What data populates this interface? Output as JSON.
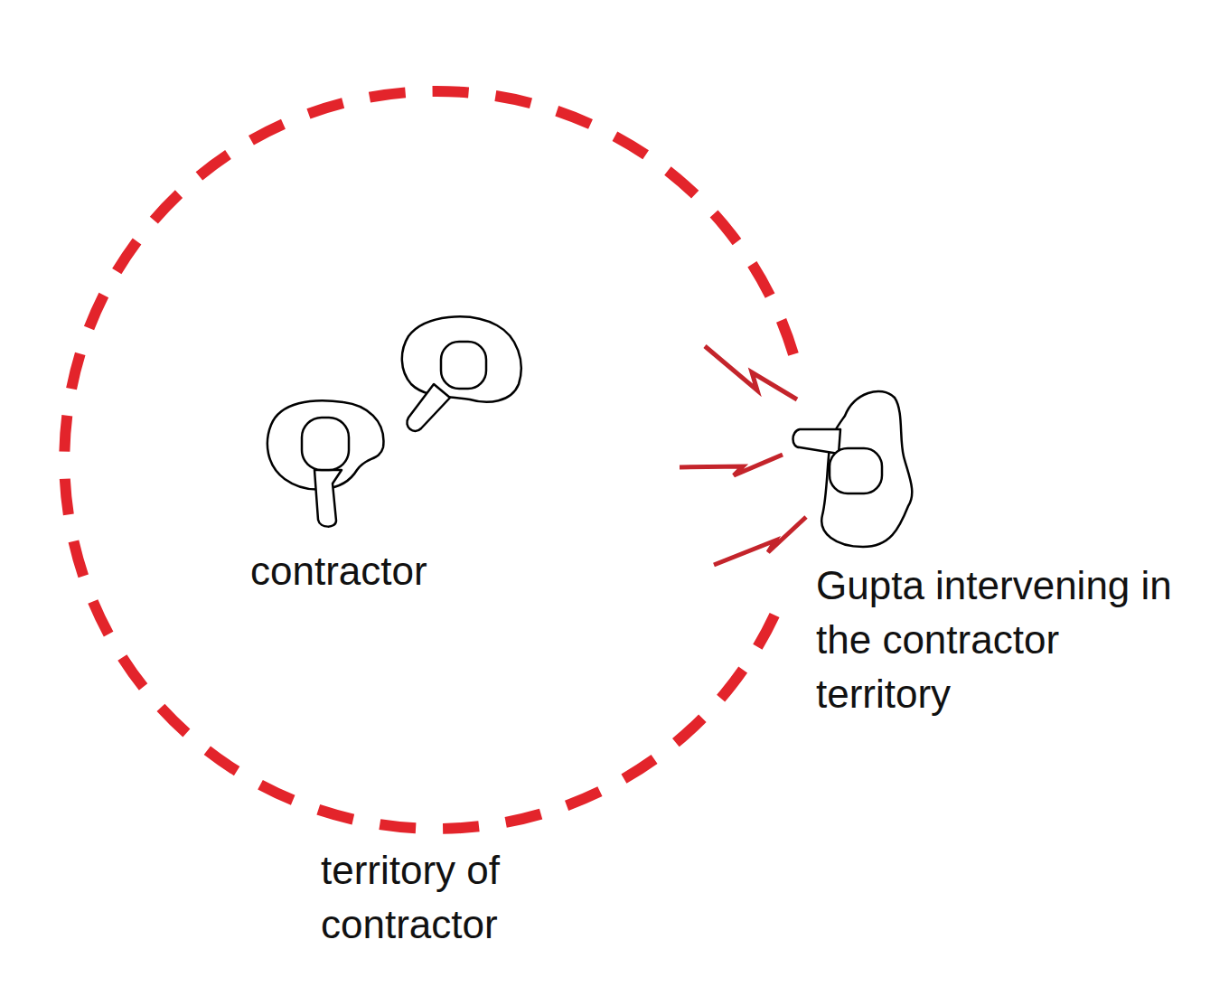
{
  "diagram": {
    "labels": [
      "contractor",
      "Gupta intervening in the contractor territory",
      "territory of contractor"
    ]
  }
}
